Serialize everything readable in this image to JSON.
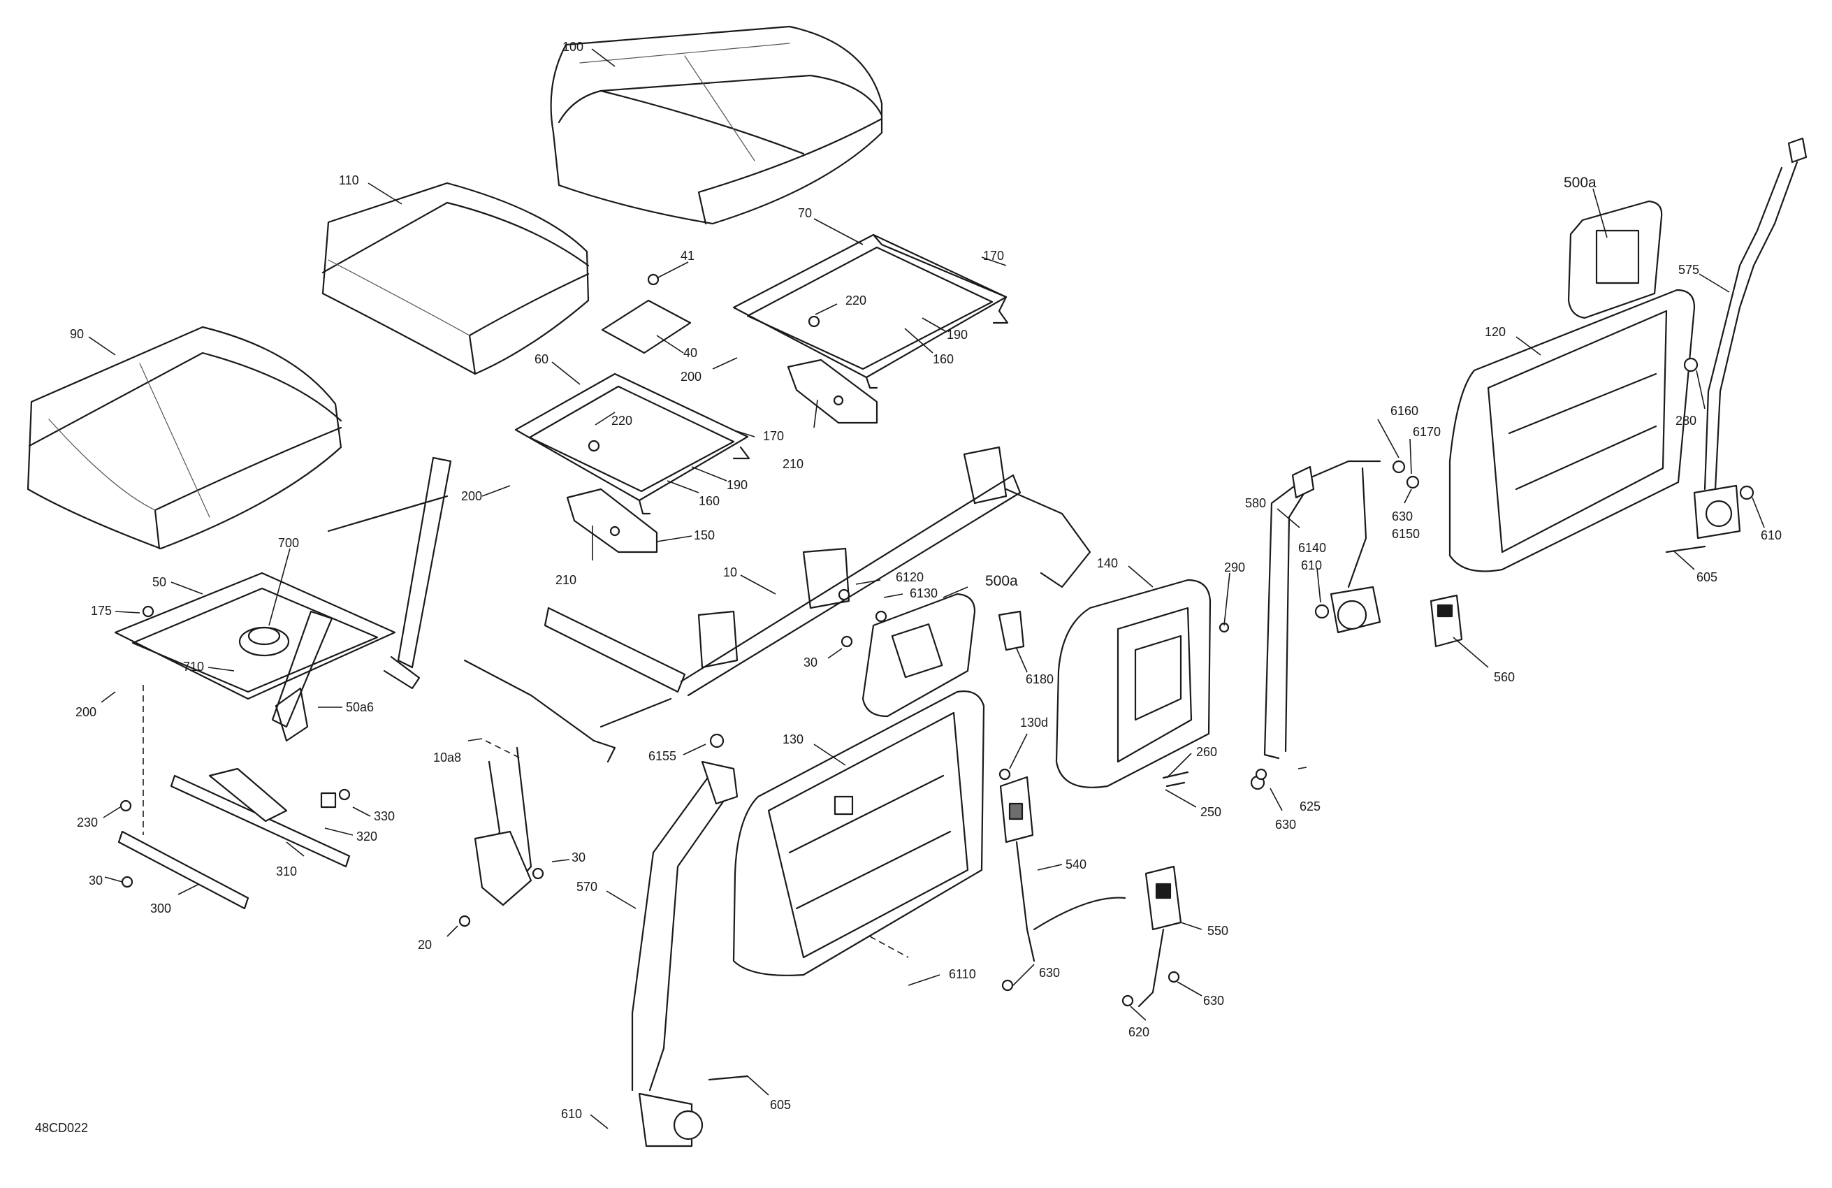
{
  "figure_code": "48CD022",
  "callouts": {
    "c100": "100",
    "c110": "110",
    "c90": "90",
    "c70": "70",
    "c170a": "170",
    "c41": "41",
    "c220a": "220",
    "c40": "40",
    "c200a": "200",
    "c190a": "190",
    "c160a": "160",
    "c60": "60",
    "c220b": "220",
    "c170b": "170",
    "c190b": "190",
    "c160b": "160",
    "c200b": "200",
    "c210a": "210",
    "c210b": "210",
    "c150": "150",
    "c700": "700",
    "c50": "50",
    "c175": "175",
    "c710": "710",
    "c200c": "200",
    "c50a6": "50a6",
    "c10": "10",
    "c6120": "6120",
    "c6130": "6130",
    "c500a_mid": "500a",
    "c30a": "30",
    "c10a8": "10a8",
    "c230": "230",
    "c330": "330",
    "c320": "320",
    "c310": "310",
    "c30b": "30",
    "c300": "300",
    "c30c": "30",
    "c20": "20",
    "c6155": "6155",
    "c130": "130",
    "c130d": "130d",
    "c6180": "6180",
    "c570": "570",
    "c540": "540",
    "c630a": "630",
    "c6110": "6110",
    "c550": "550",
    "c630b": "630",
    "c620": "620",
    "c605a": "605",
    "c610a": "610",
    "c140": "140",
    "c290": "290",
    "c260": "260",
    "c250": "250",
    "c580": "580",
    "c6140": "6140",
    "c610b": "610",
    "c6160": "6160",
    "c6170": "6170",
    "c630c": "630",
    "c6150": "6150",
    "c625": "625",
    "c630d": "630",
    "c500a_right": "500a",
    "c120": "120",
    "c575": "575",
    "c280": "280",
    "c610c": "610",
    "c605b": "605",
    "c560": "560"
  }
}
